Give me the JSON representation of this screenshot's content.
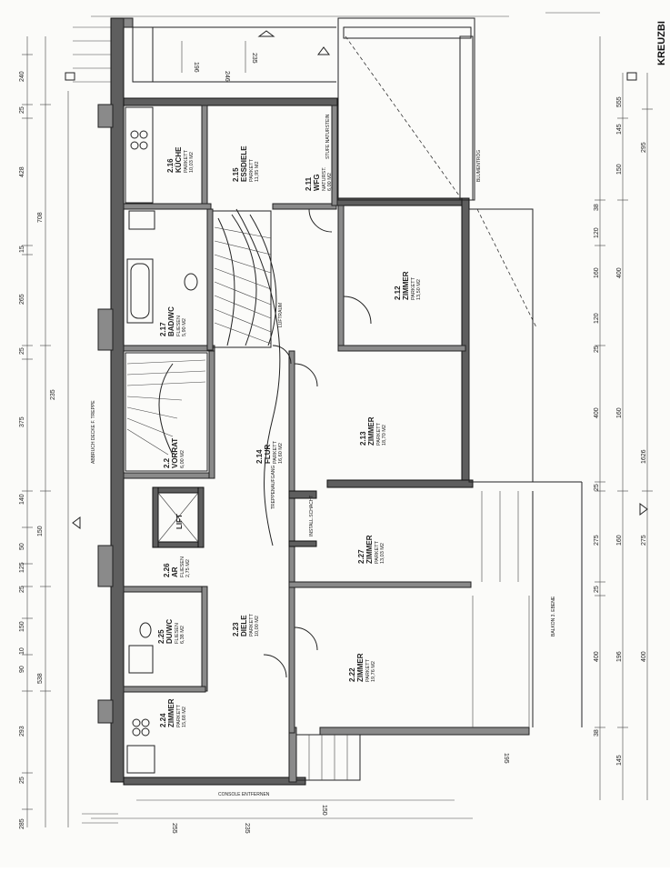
{
  "brand": "KREUZBI",
  "rooms": [
    {
      "num": "2.16",
      "name": "KÜCHE",
      "detail": "PARKETT",
      "area": "10,03 M2"
    },
    {
      "num": "2.15",
      "name": "ESSDIELE",
      "detail": "PARKETT",
      "area": "11,95 M2"
    },
    {
      "num": "2.11",
      "name": "WFG",
      "detail": "NATURST.",
      "area": "6,00 M2"
    },
    {
      "num": "2.12",
      "name": "ZIMMER",
      "detail": "PARKETT",
      "area": "13,50 M2"
    },
    {
      "num": "2.17",
      "name": "BAD/WC",
      "detail": "FLIESEN",
      "area": "5,90 M2"
    },
    {
      "num": "2.13",
      "name": "ZIMMER",
      "detail": "PARKETT",
      "area": "18,70 M2"
    },
    {
      "num": "2.14",
      "name": "FLUR",
      "detail": "PARKETT",
      "area": "16,60 M2"
    },
    {
      "num": "2.2",
      "name": "VORRAT",
      "detail": "",
      "area": "6,00 M2"
    },
    {
      "num": "",
      "name": "LIFT",
      "detail": "",
      "area": ""
    },
    {
      "num": "2.27",
      "name": "ZIMMER",
      "detail": "PARKETT",
      "area": "13,03 M2"
    },
    {
      "num": "2.26",
      "name": "AR",
      "detail": "FLIESEN",
      "area": "2,75 M2"
    },
    {
      "num": "2.25",
      "name": "DU/WC",
      "detail": "FLIESEN",
      "area": "6,38 M2"
    },
    {
      "num": "2.23",
      "name": "DIELE",
      "detail": "PARKETT",
      "area": "10,00 M2"
    },
    {
      "num": "2.22",
      "name": "ZIMMER",
      "detail": "PARKETT",
      "area": "19,76 M2"
    },
    {
      "num": "2.24",
      "name": "ZIMMER",
      "detail": "PARKETT",
      "area": "15,68 M2"
    }
  ],
  "labels": {
    "install_shaft": "INSTALL.SCHACHT",
    "stair": "STUFE NATURSTEIN",
    "balcony": "BALKON 3. EBENE",
    "luftraum": "LUFTRAUM",
    "console": "CONSOLE ENTFERNEN",
    "flowers": "BLUMENTRÖG",
    "staircase_note": "TREPPENAUFGANG",
    "attic_note": "ABBRUCH DECKE F. TREPPE"
  },
  "dims_left": [
    "240",
    "25",
    "428",
    "15",
    "708",
    "265",
    "25",
    "235",
    "375",
    "140",
    "150",
    "50",
    "125",
    "25",
    "150",
    "10",
    "90",
    "538",
    "293",
    "25",
    "285"
  ],
  "dims_right": [
    "555",
    "145",
    "295",
    "150",
    "38",
    "120",
    "160",
    "400",
    "120",
    "25",
    "400",
    "160",
    "1626",
    "25",
    "275",
    "160",
    "275",
    "25",
    "400",
    "196",
    "400",
    "38",
    "145"
  ],
  "dims_bottom": [
    "255",
    "235",
    "150",
    "195"
  ],
  "dims_top": [
    "246",
    "235",
    "196"
  ]
}
